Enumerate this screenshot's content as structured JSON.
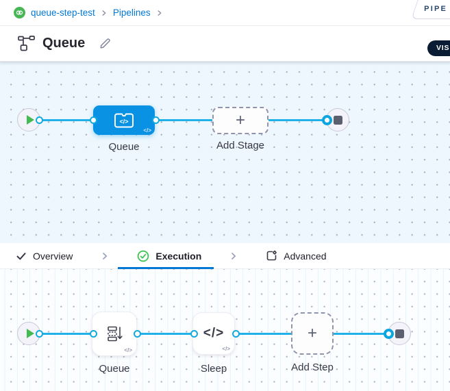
{
  "breadcrumb": {
    "items": [
      {
        "label": "queue-step-test"
      },
      {
        "label": "Pipelines"
      }
    ]
  },
  "header": {
    "title": "Queue",
    "studio_badge": "PIPE",
    "view_toggle": "VISU"
  },
  "stage_canvas": {
    "stage_label": "Queue",
    "add_stage_label": "Add Stage",
    "plus": "+",
    "code_badge": "</>"
  },
  "tabs": {
    "overview": "Overview",
    "execution": "Execution",
    "advanced": "Advanced"
  },
  "step_canvas": {
    "queue_label": "Queue",
    "sleep_label": "Sleep",
    "sleep_icon": "</>",
    "add_step_label": "Add Step",
    "plus": "+",
    "code_badge": "</>"
  },
  "colors": {
    "accent_blue": "#0278d5",
    "stage_blue": "#0992e4",
    "connector_cyan": "#20b1e8",
    "success_green": "#43ba52",
    "slate": "#383946"
  }
}
